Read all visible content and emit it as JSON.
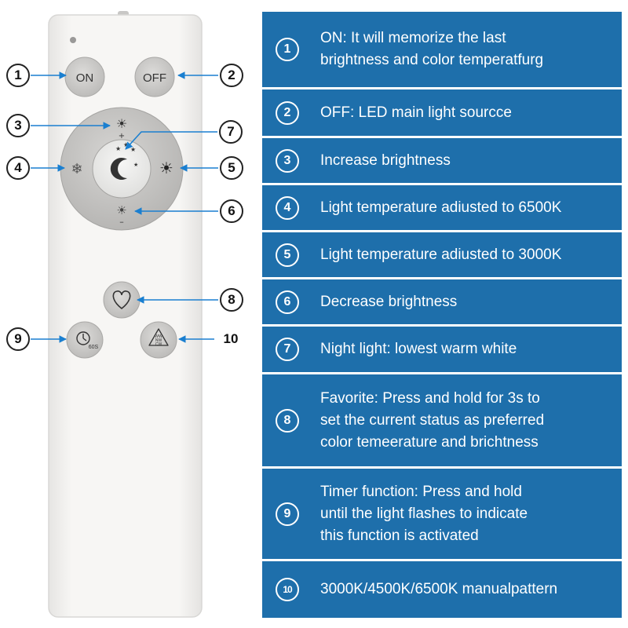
{
  "remote": {
    "on_label": "ON",
    "off_label": "OFF",
    "timer_label": "60S",
    "cct_labels": [
      "WW",
      "NW",
      "CW"
    ]
  },
  "callouts": [
    "1",
    "2",
    "3",
    "4",
    "5",
    "6",
    "7",
    "8",
    "9",
    "10"
  ],
  "items": [
    {
      "number": "1",
      "text": "ON: It will memorize the last\nbrightness and color temperatfurg"
    },
    {
      "number": "2",
      "text": "OFF: LED main light sourcce"
    },
    {
      "number": "3",
      "text": "Increase brightness"
    },
    {
      "number": "4",
      "text": "Light temperature adiusted to 6500K"
    },
    {
      "number": "5",
      "text": "Light temperature adiusted to 3000K"
    },
    {
      "number": "6",
      "text": "Decrease brightness"
    },
    {
      "number": "7",
      "text": "Night light: lowest warm white"
    },
    {
      "number": "8",
      "text": "Favorite: Press and hold for 3s to\nset the current status as preferred\ncolor temeerature and brichtness"
    },
    {
      "number": "9",
      "text": "Timer function: Press and hold\nuntil the light flashes to indicate\nthis function is activated"
    },
    {
      "number": "10",
      "text": "3000K/4500K/6500K manualpattern"
    }
  ],
  "colors": {
    "table_blue": "#1e6fab",
    "arrow_blue": "#1a7fd0",
    "remote_body": "#f4f3f1",
    "button_gray": "#c9c8c6"
  }
}
